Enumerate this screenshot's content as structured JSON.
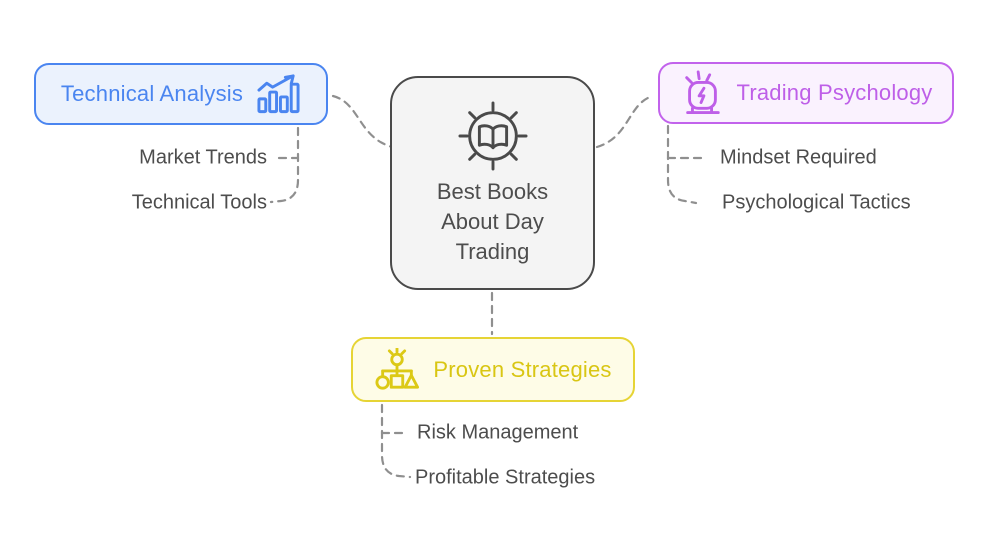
{
  "background_color": "#ffffff",
  "connector_style": {
    "color": "#8f8f8f",
    "pattern": "dashed"
  },
  "center_node": {
    "label": "Best Books About Day Trading",
    "icon": "book-clock-icon",
    "border_color": "#4a4a4a",
    "fill_color": "#f4f4f4",
    "text_color": "#4d4d4d"
  },
  "branches": [
    {
      "id": "technical-analysis",
      "label": "Technical Analysis",
      "icon": "bar-chart-trend-icon",
      "accent_color": "#4a85f0",
      "fill_color": "#ebf2fd",
      "children": [
        "Market Trends",
        "Technical Tools"
      ]
    },
    {
      "id": "trading-psychology",
      "label": "Trading Psychology",
      "icon": "raised-fist-energy-icon",
      "accent_color": "#be5fe8",
      "fill_color": "#faf2fe",
      "children": [
        "Mindset Required",
        "Psychological Tactics"
      ]
    },
    {
      "id": "proven-strategies",
      "label": "Proven Strategies",
      "icon": "idea-org-chart-icon",
      "accent_color": "#dcc916",
      "fill_color": "#fefce7",
      "children": [
        "Risk Management",
        "Profitable Strategies"
      ]
    }
  ],
  "child_label_color": "#4d4d4d"
}
